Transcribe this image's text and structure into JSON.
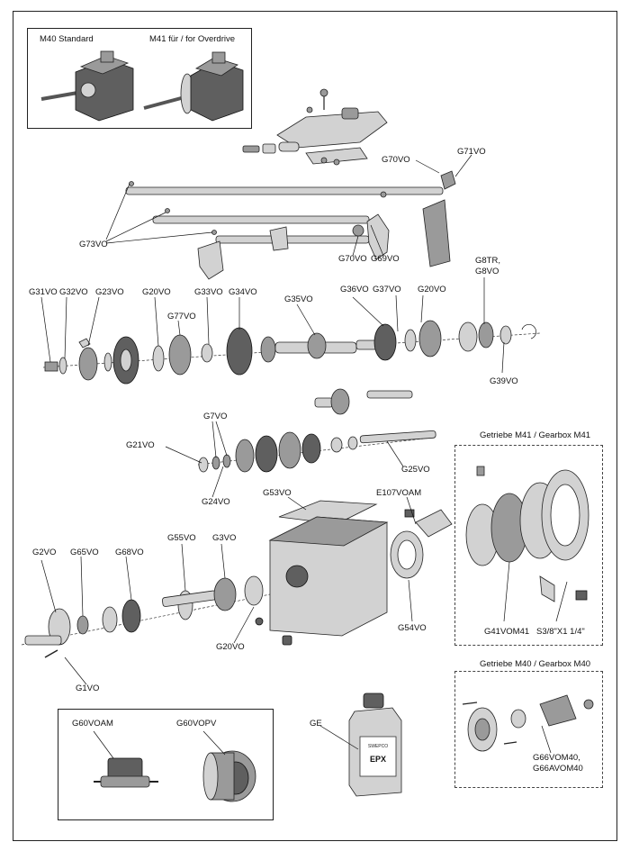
{
  "boxes": {
    "top_left": {
      "left_title": "M40 Standard",
      "right_title": "M41 für / for Overdrive"
    },
    "overdrive": {
      "title": "Getriebe M41 / Gearbox M41"
    },
    "standard": {
      "title": "Getriebe M40 / Gearbox M40"
    }
  },
  "labels": {
    "g71vo": "G71VO",
    "g70vo_top": "G70VO",
    "g73vo": "G73VO",
    "g70vo_mid": "G70VO",
    "g69vo": "G69VO",
    "g8tr_1": "G8TR,",
    "g8tr_2": "G8VO",
    "g31vo": "G31VO",
    "g32vo": "G32VO",
    "g23vo": "G23VO",
    "g20vo_a": "G20VO",
    "g33vo": "G33VO",
    "g34vo": "G34VO",
    "g77vo": "G77VO",
    "g35vo": "G35VO",
    "g36vo": "G36VO",
    "g37vo": "G37VO",
    "g20vo_b": "G20VO",
    "g39vo": "G39VO",
    "g7vo": "G7VO",
    "g21vo": "G21VO",
    "g24vo": "G24VO",
    "g25vo": "G25VO",
    "g53vo": "G53VO",
    "e107voam": "E107VOAM",
    "g2vo": "G2VO",
    "g65vo": "G65VO",
    "g68vo": "G68VO",
    "g55vo": "G55VO",
    "g3vo": "G3VO",
    "g20vo_c": "G20VO",
    "g54vo": "G54VO",
    "g41vom41": "G41VOM41",
    "screw": "S3/8\"X1 1/4\"",
    "g1vo": "G1VO",
    "g60voam": "G60VOAM",
    "g60vopv": "G60VOPV",
    "ge": "GE",
    "g66_1": "G66VOM40,",
    "g66_2": "G66AVOM40"
  },
  "bottle": {
    "brand": "SWEPCO",
    "product": "EPX"
  }
}
